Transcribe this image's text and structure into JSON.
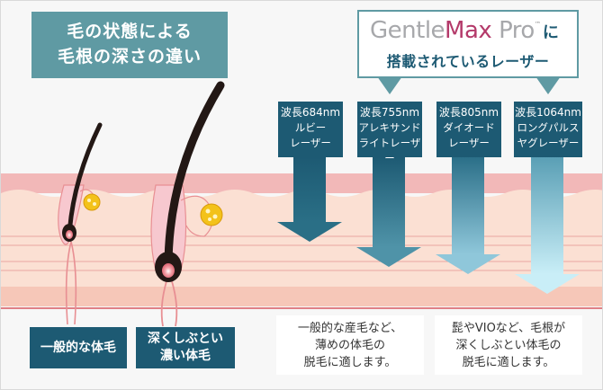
{
  "title": {
    "line1": "毛の状態による",
    "line2": "毛根の深さの違い"
  },
  "brand": {
    "gentle": "Gentle",
    "max": "Max",
    "pro": " Pro",
    "tm": "™",
    "suffix": "に",
    "line2": "搭載されているレーザー"
  },
  "lasers": [
    {
      "wavelength": "波長684nm",
      "name1": "ルビー",
      "name2": "レーザー"
    },
    {
      "wavelength": "波長755nm",
      "name1": "アレキサンド",
      "name2": "ライトレーザー"
    },
    {
      "wavelength": "波長805nm",
      "name1": "ダイオード",
      "name2": "レーザー"
    },
    {
      "wavelength": "波長1064nm",
      "name1": "ロングパルス",
      "name2": "ヤグレーザー"
    }
  ],
  "hair_labels": [
    {
      "text": "一般的な体毛"
    },
    {
      "line1": "深くしぶとい",
      "line2": "濃い体毛"
    }
  ],
  "descriptions": [
    {
      "line1": "一般的な産毛など、",
      "line2": "薄めの体毛の",
      "line3": "脱毛に適します。"
    },
    {
      "line1": "髭やVIOなど、毛根が",
      "line2": "深くしぶとい体毛の",
      "line3": "脱毛に適します。"
    }
  ],
  "colors": {
    "accent_dark": "#1d5a73",
    "accent_teal": "#5f9aa3",
    "skin_top": "#f2b8b8",
    "skin_body": "#fbe0d3",
    "skin_line": "#e88f93",
    "hair": "#231815",
    "gland": "#f3c21a"
  },
  "icons": [
    "hair-follicle-shallow",
    "hair-follicle-deep",
    "sebaceous-gland",
    "laser-arrow-684",
    "laser-arrow-755",
    "laser-arrow-805",
    "laser-arrow-1064",
    "callout-pointer"
  ]
}
